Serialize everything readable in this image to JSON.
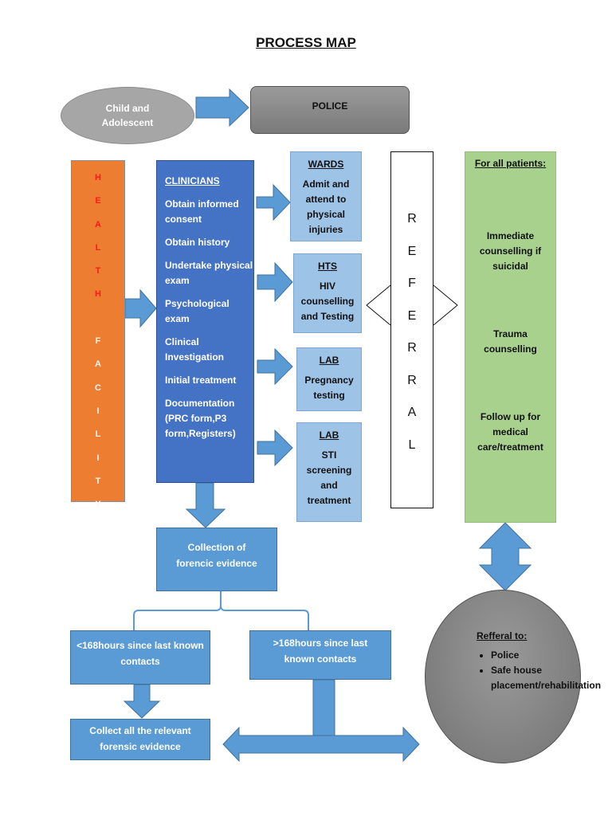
{
  "title": "PROCESS MAP",
  "start_node": {
    "lines": [
      "Child and",
      "Adolescent"
    ]
  },
  "police_node": {
    "label": "POLICE"
  },
  "health_facility": {
    "letters_red": [
      "H",
      "E",
      "A",
      "L",
      "T",
      "H"
    ],
    "letters_white": [
      "F",
      "A",
      "C",
      "I",
      "L",
      "I",
      "T",
      "Y"
    ]
  },
  "clinicians": {
    "heading": "CLINICIANS",
    "items": [
      "Obtain informed consent",
      "Obtain history",
      "Undertake physical exam",
      "Psychological exam",
      "Clinical Investigation",
      "Initial treatment",
      "Documentation (PRC form,P3 form,Registers)"
    ]
  },
  "services": [
    {
      "heading": "WARDS",
      "body": "Admit and attend to physical injuries"
    },
    {
      "heading": "HTS",
      "body": "HIV counselling and Testing"
    },
    {
      "heading": "LAB",
      "body": "Pregnancy testing"
    },
    {
      "heading": "LAB",
      "body": "STI screening and treatment"
    }
  ],
  "referral": {
    "letters": [
      "R",
      "E",
      "F",
      "E",
      "R",
      "R",
      "A",
      "L"
    ]
  },
  "all_patients": {
    "heading": "For all patients:",
    "items": [
      "Immediate counselling if suicidal",
      "Trauma counselling",
      "Follow up for medical care/treatment"
    ]
  },
  "forensic": {
    "label": "Collection of forencic evidence"
  },
  "branch_lt": {
    "label": "<168hours since last known contacts"
  },
  "branch_gt": {
    "label": ">168hours since last known contacts"
  },
  "collect_all": {
    "label": "Collect all the relevant forensic evidence"
  },
  "referral_to": {
    "heading": "Refferal to:",
    "items": [
      "Police",
      "Safe house placement/rehabilitation"
    ]
  },
  "colors": {
    "arrow_blue": "#5b9bd5",
    "clinicians_blue": "#4472c4",
    "health_orange": "#ed7d31",
    "service_light_blue": "#9dc3e6",
    "green_panel": "#a9d18e",
    "grey_node": "#a6a6a6"
  }
}
